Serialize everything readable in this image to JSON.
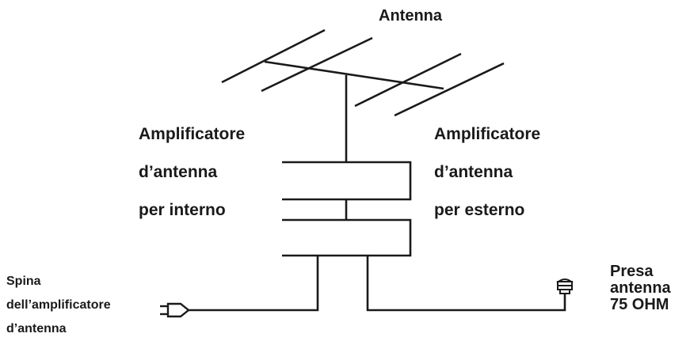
{
  "labels": {
    "antenna": "Antenna",
    "indoor_amp": [
      "Amplificatore",
      "d’antenna",
      "per interno"
    ],
    "outdoor_amp": [
      "Amplificatore",
      "d’antenna",
      "per esterno"
    ],
    "socket": [
      "Presa",
      "antenna",
      "75 OHM"
    ],
    "plug": [
      "Spina",
      "dell’amplificatore",
      "d’antenna"
    ]
  },
  "colors": {
    "line": "#1a1a1a",
    "text": "#1a1a1a",
    "background": "#ffffff"
  },
  "icons": [
    "plug-icon",
    "antenna-socket-icon"
  ]
}
